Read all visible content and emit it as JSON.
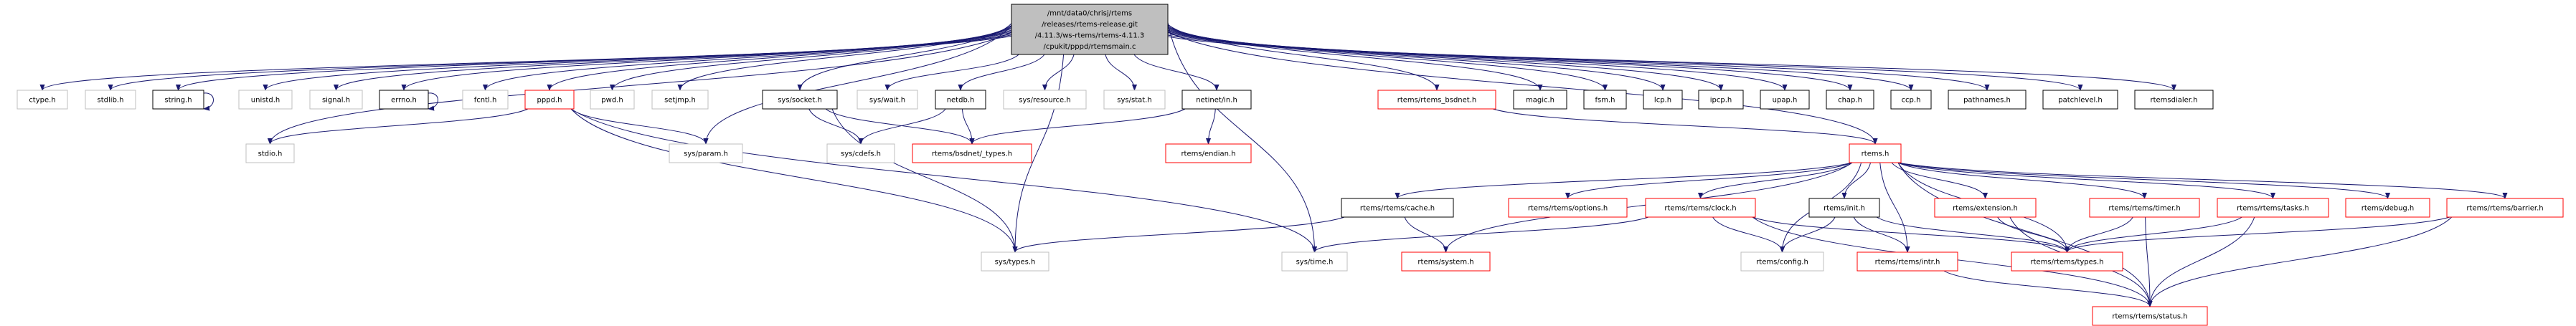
{
  "colors": {
    "edge": "#191970",
    "root_fill": "#bfbfbf",
    "documented_border": "#000000",
    "undocumented_border": "#bfbfbf",
    "truncated_border": "#ff0000"
  },
  "root": {
    "id": "root",
    "lines": [
      "/mnt/data0/chrisj/rtems",
      "/releases/rtems-release.git",
      "/4.11.3/ws-rtems/rtems-4.11.3",
      "/cpukit/pppd/rtemsmain.c"
    ]
  },
  "nodes": [
    {
      "id": "ctype",
      "label": "ctype.h",
      "kind": "external"
    },
    {
      "id": "stdlib",
      "label": "stdlib.h",
      "kind": "external"
    },
    {
      "id": "string",
      "label": "string.h",
      "kind": "documented"
    },
    {
      "id": "unistd",
      "label": "unistd.h",
      "kind": "external"
    },
    {
      "id": "signal",
      "label": "signal.h",
      "kind": "external"
    },
    {
      "id": "errno",
      "label": "errno.h",
      "kind": "documented"
    },
    {
      "id": "fcntl",
      "label": "fcntl.h",
      "kind": "external"
    },
    {
      "id": "pppd",
      "label": "pppd.h",
      "kind": "truncated"
    },
    {
      "id": "pwd",
      "label": "pwd.h",
      "kind": "external"
    },
    {
      "id": "setjmp",
      "label": "setjmp.h",
      "kind": "external"
    },
    {
      "id": "syssocket",
      "label": "sys/socket.h",
      "kind": "documented"
    },
    {
      "id": "syswait",
      "label": "sys/wait.h",
      "kind": "external"
    },
    {
      "id": "netdb",
      "label": "netdb.h",
      "kind": "documented"
    },
    {
      "id": "sysresource",
      "label": "sys/resource.h",
      "kind": "external"
    },
    {
      "id": "sysstat",
      "label": "sys/stat.h",
      "kind": "external"
    },
    {
      "id": "netinetin",
      "label": "netinet/in.h",
      "kind": "documented"
    },
    {
      "id": "bsdnet",
      "label": "rtems/rtems_bsdnet.h",
      "kind": "truncated"
    },
    {
      "id": "magic",
      "label": "magic.h",
      "kind": "documented"
    },
    {
      "id": "fsm",
      "label": "fsm.h",
      "kind": "documented"
    },
    {
      "id": "lcp",
      "label": "lcp.h",
      "kind": "documented"
    },
    {
      "id": "ipcp",
      "label": "ipcp.h",
      "kind": "documented"
    },
    {
      "id": "upap",
      "label": "upap.h",
      "kind": "documented"
    },
    {
      "id": "chap",
      "label": "chap.h",
      "kind": "documented"
    },
    {
      "id": "ccp",
      "label": "ccp.h",
      "kind": "documented"
    },
    {
      "id": "pathnames",
      "label": "pathnames.h",
      "kind": "documented"
    },
    {
      "id": "patchlevel",
      "label": "patchlevel.h",
      "kind": "documented"
    },
    {
      "id": "rtemsdialer",
      "label": "rtemsdialer.h",
      "kind": "documented"
    },
    {
      "id": "stdio",
      "label": "stdio.h",
      "kind": "external"
    },
    {
      "id": "sysparam",
      "label": "sys/param.h",
      "kind": "external"
    },
    {
      "id": "syscdefs",
      "label": "sys/cdefs.h",
      "kind": "external"
    },
    {
      "id": "bsdnettypes",
      "label": "rtems/bsdnet/_types.h",
      "kind": "truncated"
    },
    {
      "id": "endian",
      "label": "rtems/endian.h",
      "kind": "truncated"
    },
    {
      "id": "rtemsh",
      "label": "rtems.h",
      "kind": "truncated"
    },
    {
      "id": "cache",
      "label": "rtems/rtems/cache.h",
      "kind": "documented"
    },
    {
      "id": "options",
      "label": "rtems/rtems/options.h",
      "kind": "truncated"
    },
    {
      "id": "clock",
      "label": "rtems/rtems/clock.h",
      "kind": "truncated"
    },
    {
      "id": "init",
      "label": "rtems/init.h",
      "kind": "documented"
    },
    {
      "id": "extension",
      "label": "rtems/extension.h",
      "kind": "truncated"
    },
    {
      "id": "timer",
      "label": "rtems/rtems/timer.h",
      "kind": "truncated"
    },
    {
      "id": "tasks",
      "label": "rtems/rtems/tasks.h",
      "kind": "truncated"
    },
    {
      "id": "debug",
      "label": "rtems/debug.h",
      "kind": "truncated"
    },
    {
      "id": "barrier",
      "label": "rtems/rtems/barrier.h",
      "kind": "truncated"
    },
    {
      "id": "systypes",
      "label": "sys/types.h",
      "kind": "external"
    },
    {
      "id": "systime",
      "label": "sys/time.h",
      "kind": "external"
    },
    {
      "id": "system",
      "label": "rtems/system.h",
      "kind": "truncated"
    },
    {
      "id": "config",
      "label": "rtems/config.h",
      "kind": "external"
    },
    {
      "id": "intr",
      "label": "rtems/rtems/intr.h",
      "kind": "truncated"
    },
    {
      "id": "rtypes",
      "label": "rtems/rtems/types.h",
      "kind": "truncated"
    },
    {
      "id": "status",
      "label": "rtems/rtems/status.h",
      "kind": "truncated"
    }
  ],
  "edges": [
    [
      "root",
      "ctype"
    ],
    [
      "root",
      "stdlib"
    ],
    [
      "root",
      "string"
    ],
    [
      "root",
      "unistd"
    ],
    [
      "root",
      "signal"
    ],
    [
      "root",
      "errno"
    ],
    [
      "root",
      "fcntl"
    ],
    [
      "root",
      "pppd"
    ],
    [
      "root",
      "pwd"
    ],
    [
      "root",
      "setjmp"
    ],
    [
      "root",
      "syssocket"
    ],
    [
      "root",
      "syswait"
    ],
    [
      "root",
      "netdb"
    ],
    [
      "root",
      "sysresource"
    ],
    [
      "root",
      "sysstat"
    ],
    [
      "root",
      "netinetin"
    ],
    [
      "root",
      "bsdnet"
    ],
    [
      "root",
      "magic"
    ],
    [
      "root",
      "fsm"
    ],
    [
      "root",
      "lcp"
    ],
    [
      "root",
      "ipcp"
    ],
    [
      "root",
      "upap"
    ],
    [
      "root",
      "chap"
    ],
    [
      "root",
      "ccp"
    ],
    [
      "root",
      "pathnames"
    ],
    [
      "root",
      "patchlevel"
    ],
    [
      "root",
      "rtemsdialer"
    ],
    [
      "root",
      "stdio"
    ],
    [
      "root",
      "sysparam"
    ],
    [
      "root",
      "systypes"
    ],
    [
      "root",
      "systime"
    ],
    [
      "root",
      "rtemsh"
    ],
    [
      "string",
      "string"
    ],
    [
      "errno",
      "errno"
    ],
    [
      "pppd",
      "stdio"
    ],
    [
      "pppd",
      "sysparam"
    ],
    [
      "pppd",
      "systypes"
    ],
    [
      "pppd",
      "systime"
    ],
    [
      "syssocket",
      "syscdefs"
    ],
    [
      "syssocket",
      "bsdnettypes"
    ],
    [
      "syssocket",
      "systypes"
    ],
    [
      "netdb",
      "syscdefs"
    ],
    [
      "netdb",
      "bsdnettypes"
    ],
    [
      "netinetin",
      "bsdnettypes"
    ],
    [
      "netinetin",
      "endian"
    ],
    [
      "bsdnet",
      "rtemsh"
    ],
    [
      "rtemsh",
      "cache"
    ],
    [
      "rtemsh",
      "options"
    ],
    [
      "rtemsh",
      "clock"
    ],
    [
      "rtemsh",
      "init"
    ],
    [
      "rtemsh",
      "extension"
    ],
    [
      "rtemsh",
      "timer"
    ],
    [
      "rtemsh",
      "tasks"
    ],
    [
      "rtemsh",
      "debug"
    ],
    [
      "rtemsh",
      "barrier"
    ],
    [
      "rtemsh",
      "system"
    ],
    [
      "rtemsh",
      "config"
    ],
    [
      "rtemsh",
      "intr"
    ],
    [
      "rtemsh",
      "rtypes"
    ],
    [
      "rtemsh",
      "status"
    ],
    [
      "cache",
      "systypes"
    ],
    [
      "cache",
      "system"
    ],
    [
      "clock",
      "systime"
    ],
    [
      "clock",
      "config"
    ],
    [
      "clock",
      "rtypes"
    ],
    [
      "clock",
      "status"
    ],
    [
      "init",
      "config"
    ],
    [
      "init",
      "intr"
    ],
    [
      "init",
      "rtypes"
    ],
    [
      "extension",
      "rtypes"
    ],
    [
      "extension",
      "status"
    ],
    [
      "timer",
      "rtypes"
    ],
    [
      "timer",
      "status"
    ],
    [
      "tasks",
      "rtypes"
    ],
    [
      "tasks",
      "status"
    ],
    [
      "barrier",
      "rtypes"
    ],
    [
      "barrier",
      "status"
    ],
    [
      "intr",
      "status"
    ]
  ]
}
